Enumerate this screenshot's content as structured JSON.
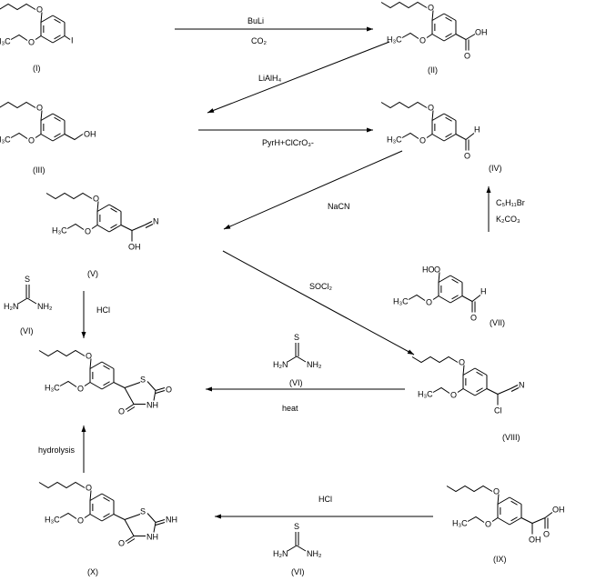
{
  "compounds": {
    "I": "(I)",
    "II": "(II)",
    "III": "(III)",
    "IV": "(IV)",
    "V": "(V)",
    "VI": "(VI)",
    "VII": "(VII)",
    "VIII": "(VIII)",
    "IX": "(IX)",
    "X": "(X)"
  },
  "reagents": {
    "buli": "BuLi",
    "co2": "CO₂",
    "lialh4": "LiAlH₄",
    "pcc": "PyrH+ClCrO₃-",
    "nacn": "NaCN",
    "c5h11br": "C₅H₁₁Br",
    "k2co3": "K₂CO₃",
    "socl2": "SOCl₂",
    "hcl": "HCl",
    "heat": "heat",
    "hydrolysis": "hydrolysis"
  },
  "atoms": {
    "O": "O",
    "H3C": "H₃C",
    "OH": "OH",
    "HO": "HO",
    "I": "I",
    "H": "H",
    "N": "N",
    "Cl": "Cl",
    "S": "S",
    "NH": "NH",
    "NH2": "NH₂",
    "H2N": "H₂N",
    "HN_imine": "NH"
  }
}
